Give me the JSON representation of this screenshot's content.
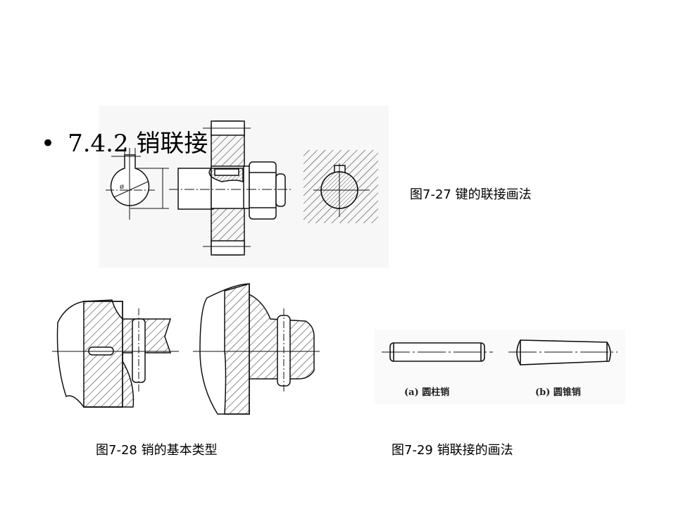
{
  "slide": {
    "bullet": "•",
    "title": "7.4.2  销联接"
  },
  "figures": {
    "fig27": {
      "caption": "图7-27  键的联接画法",
      "symbol": "ø"
    },
    "fig28": {
      "caption": "图7-28  销的基本类型"
    },
    "fig29": {
      "caption": "图7-29  销联接的画法",
      "sub_a": "(a) 圆柱销",
      "sub_b": "(b) 圆锥销"
    }
  }
}
